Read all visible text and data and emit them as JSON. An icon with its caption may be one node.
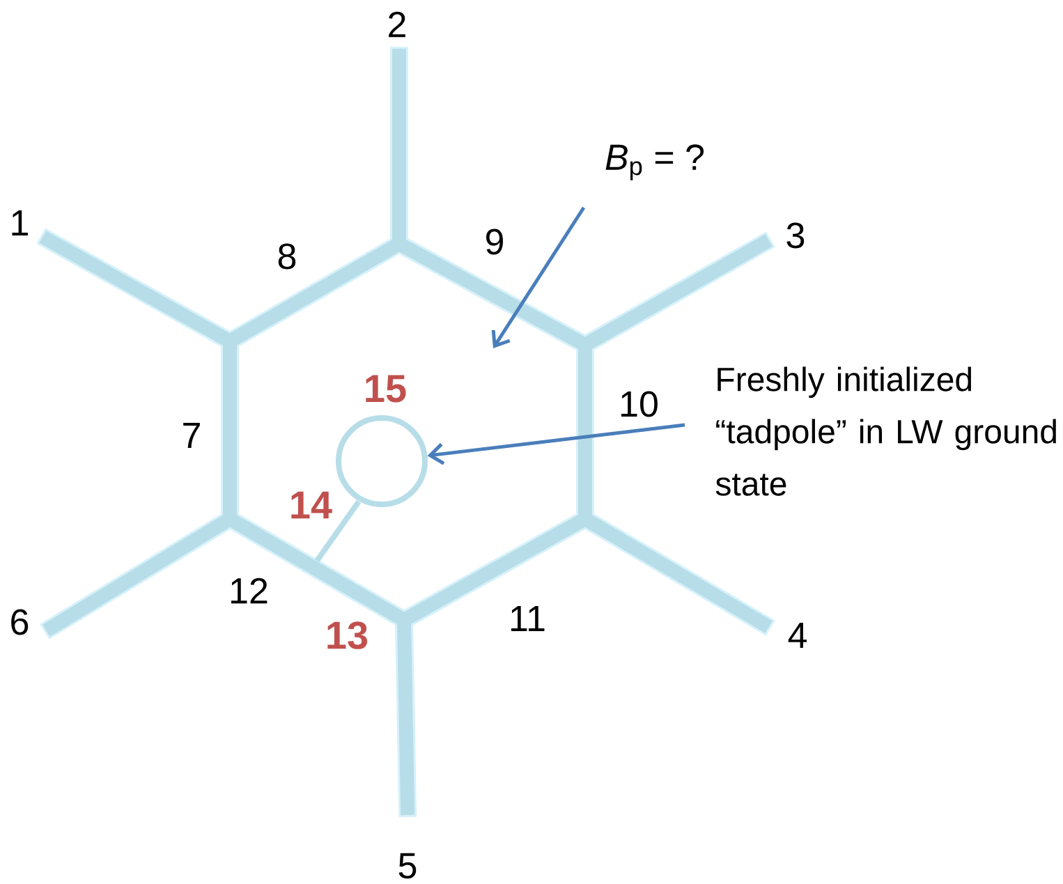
{
  "diagram": {
    "nodes": [
      {
        "text": [
          "*B*$_{p}$ = ?"
        ]
      },
      {
        "text": [
          "Freshly initialized “tadpole” in LW ground state"
        ]
      },
      {
        "text": [],
        "shape": "circle"
      }
    ],
    "edges": [
      {
        "from": 0,
        "to": null,
        "arrow": "to"
      },
      {
        "from": 1,
        "to": 2,
        "arrow": "to"
      }
    ],
    "labels": [
      "1",
      "2",
      "3",
      "4",
      "5",
      "6",
      "7",
      "8",
      "9",
      "10",
      "11",
      "12",
      "13",
      "14",
      "15"
    ]
  }
}
